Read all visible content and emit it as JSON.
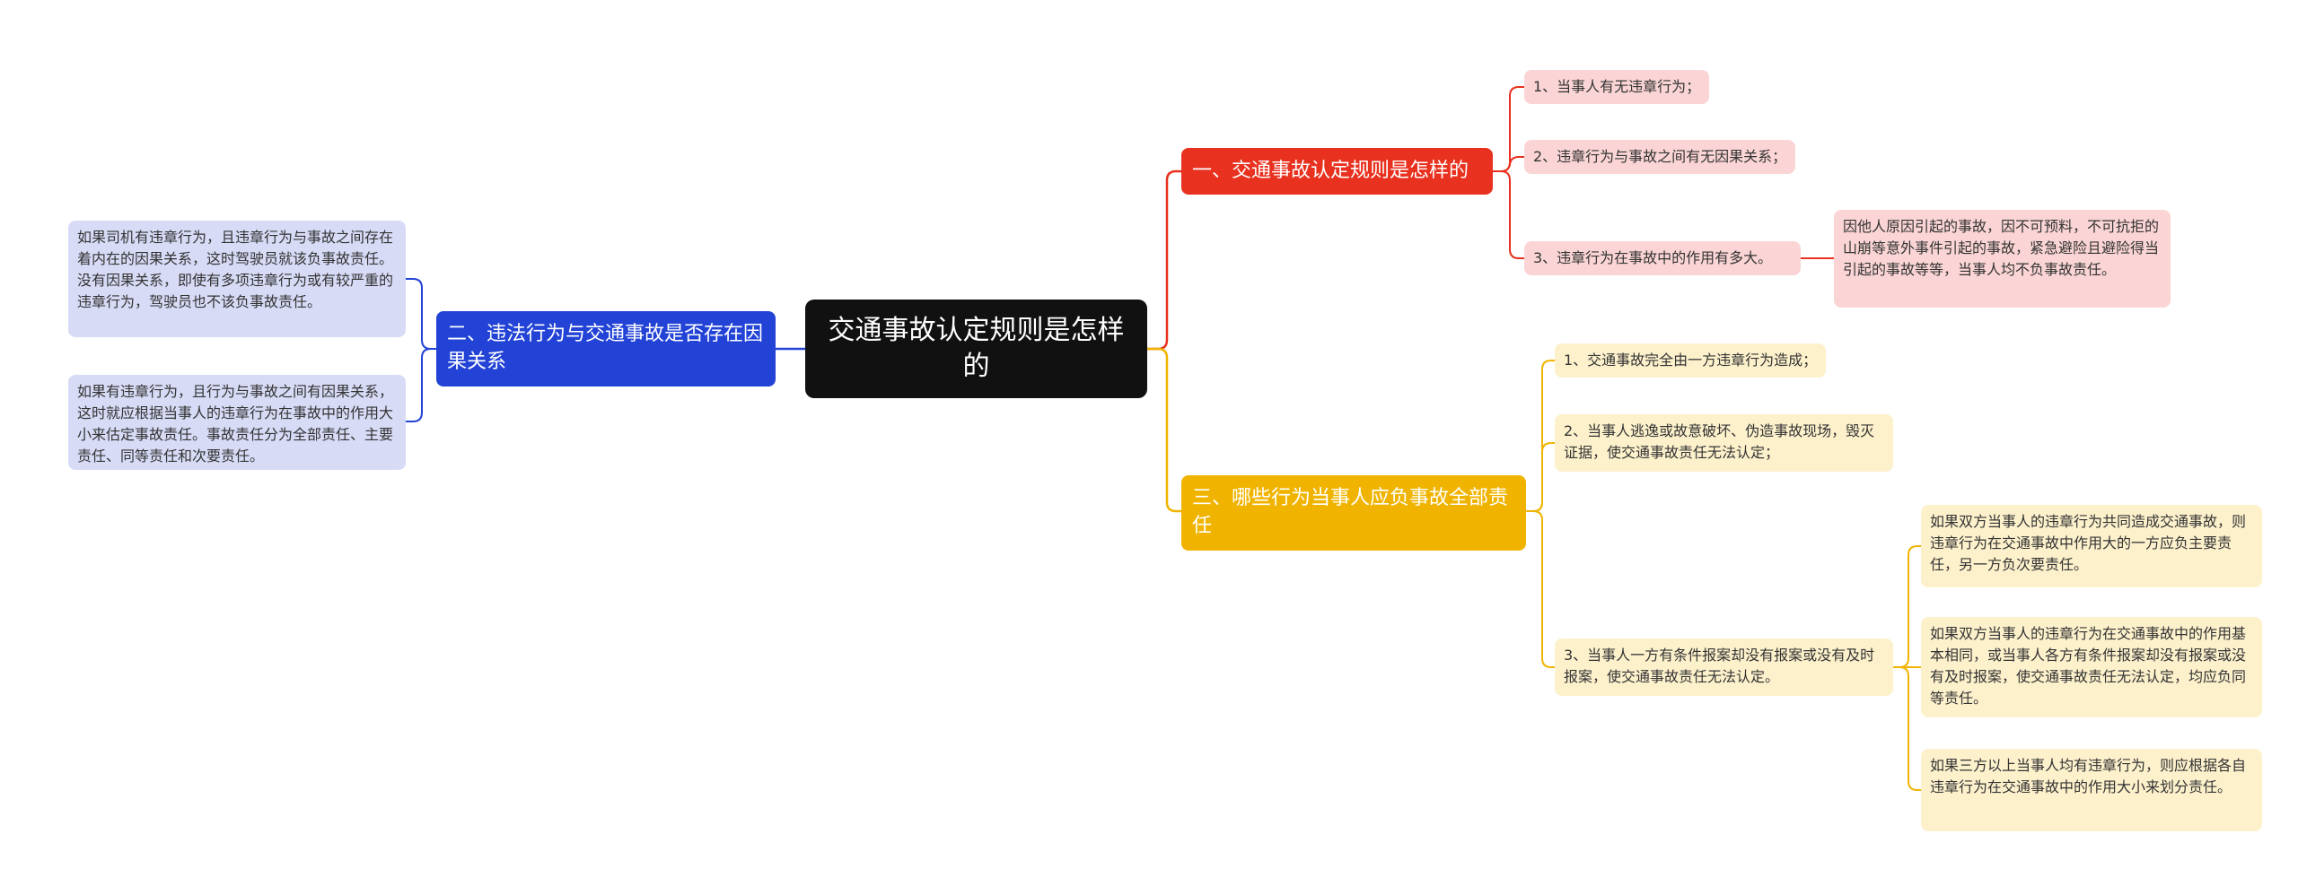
{
  "root": {
    "title": "交通事故认定规则是怎样的"
  },
  "branch_red": {
    "title": "一、交通事故认定规则是怎样的",
    "items": [
      "1、当事人有无违章行为；",
      "2、违章行为与事故之间有无因果关系；",
      "3、违章行为在事故中的作用有多大。"
    ],
    "item3_detail": "因他人原因引起的事故，因不可预料，不可抗拒的山崩等意外事件引起的事故，紧急避险且避险得当引起的事故等等，当事人均不负事故责任。"
  },
  "branch_blue": {
    "title": "二、违法行为与交通事故是否存在因果关系",
    "items": [
      "如果司机有违章行为，且违章行为与事故之间存在着内在的因果关系，这时驾驶员就该负事故责任。没有因果关系，即使有多项违章行为或有较严重的违章行为，驾驶员也不该负事故责任。",
      "如果有违章行为，且行为与事故之间有因果关系，这时就应根据当事人的违章行为在事故中的作用大小来估定事故责任。事故责任分为全部责任、主要责任、同等责任和次要责任。"
    ]
  },
  "branch_yellow": {
    "title": "三、哪些行为当事人应负事故全部责任",
    "items": [
      "1、交通事故完全由一方违章行为造成；",
      "2、当事人逃逸或故意破坏、伪造事故现场，毁灭证据，使交通事故责任无法认定；",
      "3、当事人一方有条件报案却没有报案或没有及时报案，使交通事故责任无法认定。"
    ],
    "item3_details": [
      "如果双方当事人的违章行为共同造成交通事故，则违章行为在交通事故中作用大的一方应负主要责任，另一方负次要责任。",
      "如果双方当事人的违章行为在交通事故中的作用基本相同，或当事人各方有条件报案却没有报案或没有及时报案，使交通事故责任无法认定，均应负同等责任。",
      "如果三方以上当事人均有违章行为，则应根据各自违章行为在交通事故中的作用大小来划分责任。"
    ]
  },
  "colors": {
    "root": "#111111",
    "red": "#e8311f",
    "red_light": "#fbd5d5",
    "blue": "#2243d6",
    "blue_light": "#d7dbf6",
    "yellow": "#f0b400",
    "yellow_light": "#fdf1cc"
  }
}
